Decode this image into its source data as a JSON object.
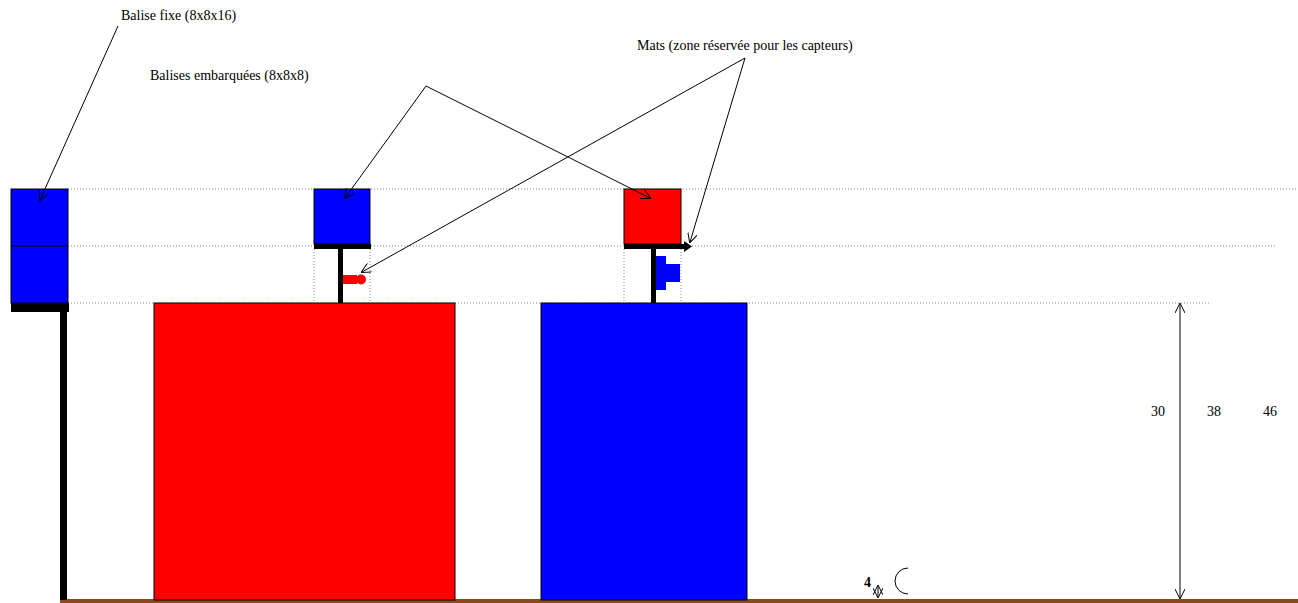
{
  "diagram": {
    "labels": [
      "Balise fixe (8x8x16)",
      "Balises embarquées (8x8x8)",
      "Mats (zone réservée pour les capteurs)",
      "30",
      "38",
      "46",
      "4"
    ]
  }
}
